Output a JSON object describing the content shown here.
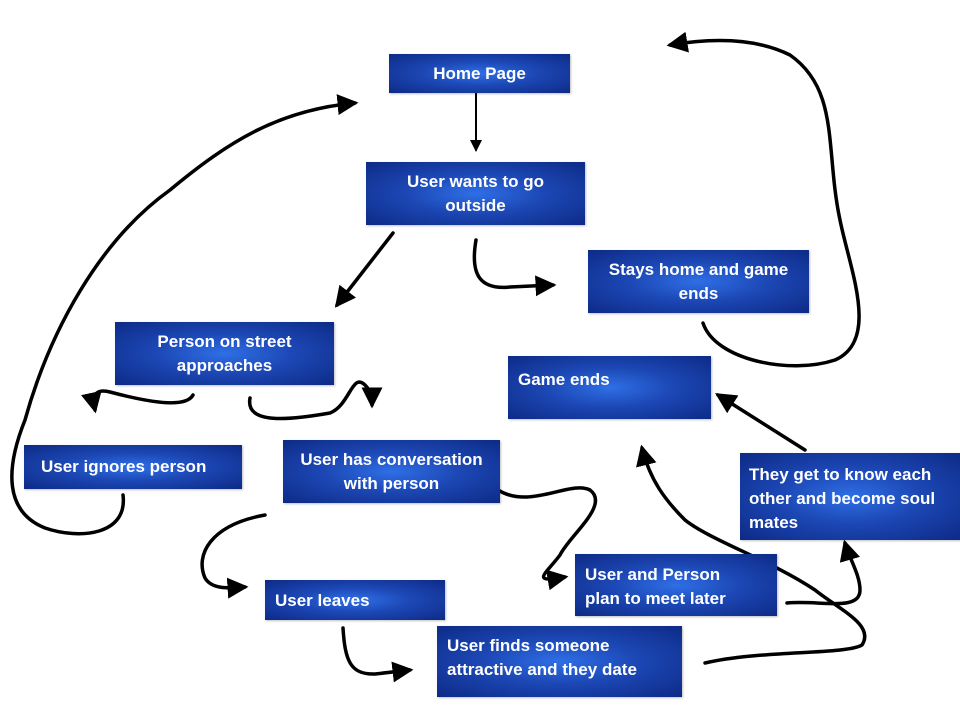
{
  "nodes": {
    "home_page": "Home Page",
    "wants_outside": "User wants to go outside",
    "stays_home": "Stays home and game ends",
    "person_approaches": "Person on street approaches",
    "game_ends": "Game ends",
    "ignores_person": "User ignores person",
    "conversation": "User has conversation with person",
    "soul_mates": "They get to know each other and become soul mates",
    "plan_meet": "User and Person plan to meet later",
    "user_leaves": "User leaves",
    "finds_attractive": "User finds someone attractive and they date"
  },
  "colors": {
    "node_fill": "#1c47b4",
    "node_text": "#ffffff",
    "arrow": "#000000"
  }
}
